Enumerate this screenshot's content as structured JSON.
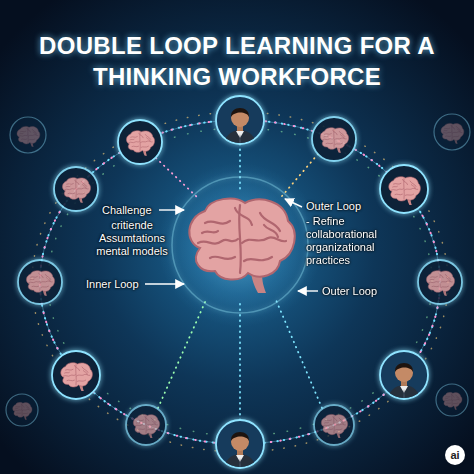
{
  "diagram": {
    "title": "DOUBLE LOOP LEARNING FOR A THINKING WORKFORCE",
    "labels": [
      "Challenge",
      "critiende Assumtations mental models",
      "Outer Loop",
      "- Refine collaborational organizational practices",
      "Inner Loop",
      "Outer Loop",
      "ai"
    ]
  }
}
